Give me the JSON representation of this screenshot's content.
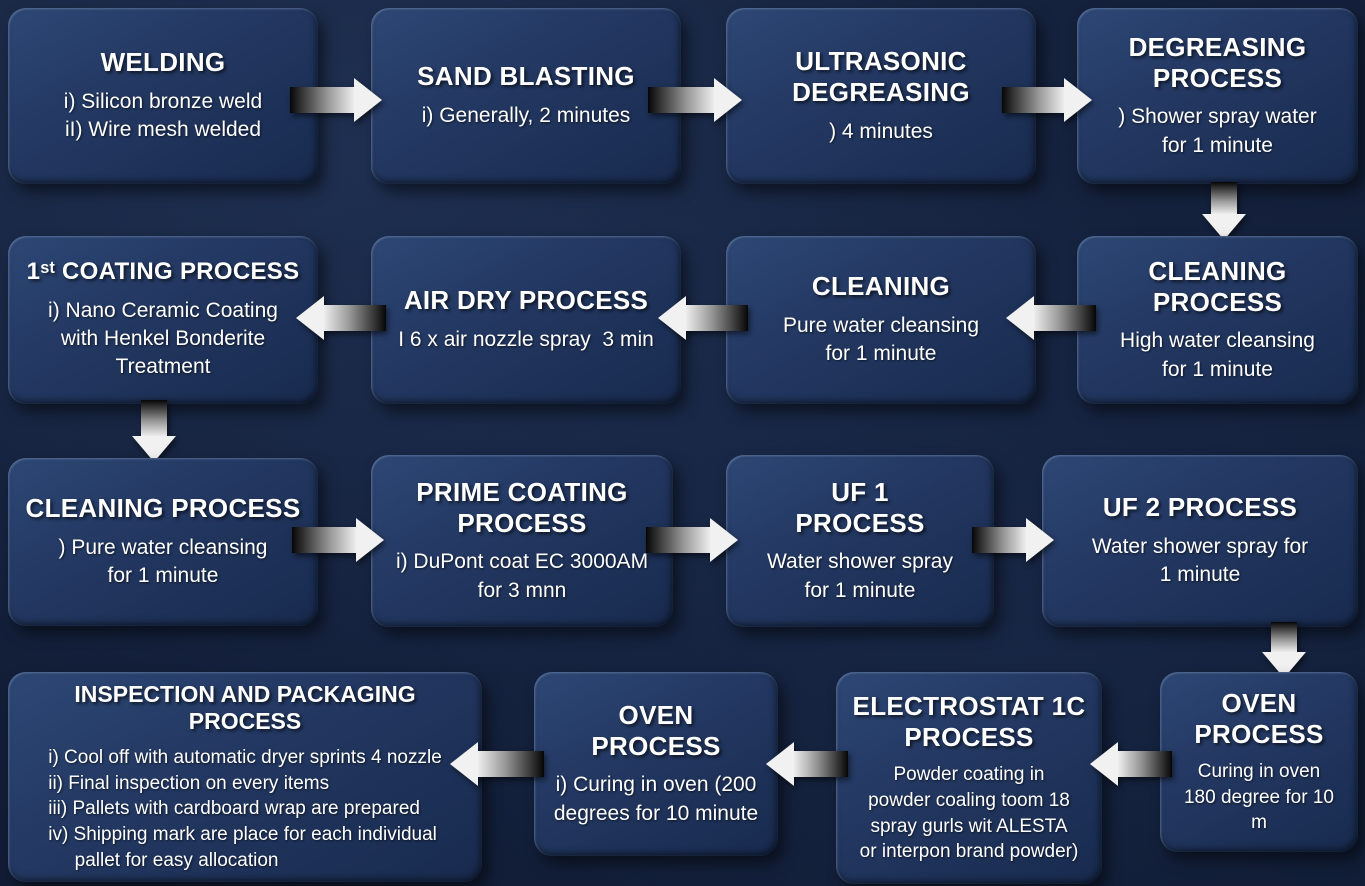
{
  "colors": {
    "background": "#121e38",
    "box_gradient_top": "#2d4775",
    "box_gradient_bottom": "#182a4e",
    "text": "#ffffff",
    "arrow_dark": "#060606",
    "arrow_light": "#f1f1f1"
  },
  "boxes": {
    "welding": {
      "title": "WELDING",
      "body": "i) Silicon bronze weld\niI) Wire mesh welded"
    },
    "sand_blasting": {
      "title": "SAND BLASTING",
      "body": "i) Generally, 2 minutes"
    },
    "ultrasonic_degreasing": {
      "title": "ULTRASONIC\nDEGREASING",
      "body": ") 4 minutes"
    },
    "degreasing_process": {
      "title": "DEGREASING\nPROCESS",
      "body": ") Shower spray water\nfor 1 minute"
    },
    "cleaning_process_row2": {
      "title": "CLEANING\nPROCESS",
      "body": "High water cleansing\nfor 1 minute"
    },
    "cleaning": {
      "title": "CLEANING",
      "body": "Pure water cleansing\nfor 1 minute"
    },
    "air_dry_process": {
      "title": "AIR DRY PROCESS",
      "body": "I 6 x air nozzle spray  3 min"
    },
    "first_coating_process": {
      "title": "1ˢᵗ COATING PROCESS",
      "body": "i) Nano Ceramic Coating\nwith Henkel Bonderite\nTreatment"
    },
    "cleaning_process_row3": {
      "title": "CLEANING PROCESS",
      "body": ") Pure water cleansing\nfor 1 minute"
    },
    "prime_coating_process": {
      "title": "PRIME COATING\nPROCESS",
      "body": "i) DuPont coat EC 3000AM\nfor 3 mnn"
    },
    "uf1_process": {
      "title": "UF 1\nPROCESS",
      "body": "Water shower spray\nfor 1 minute"
    },
    "uf2_process": {
      "title": "UF 2 PROCESS",
      "body": "Water shower spray for\n1 minute"
    },
    "inspection_packaging": {
      "title": "INSPECTION AND PACKAGING PROCESS",
      "body": "i) Cool off with automatic dryer sprints 4 nozzle\nii) Final inspection on every items\niii) Pallets with cardboard wrap are prepared\niv) Shipping mark are place for each individual\n     pallet for easy allocation"
    },
    "oven_process_mid": {
      "title": "OVEN\nPROCESS",
      "body": "i) Curing in oven (200\ndegrees for 10 minute"
    },
    "electrostatic_process": {
      "title": "ELECTROSTAT 1C\nPROCESS",
      "body": "Powder coating in\npowder coaling toom 18\nspray gurls wit ALESTA\nor interpon brand powder)"
    },
    "oven_process_right": {
      "title": "OVEN\nPROCESS",
      "body": "Curing in oven\n180 degree for 10 m"
    }
  }
}
